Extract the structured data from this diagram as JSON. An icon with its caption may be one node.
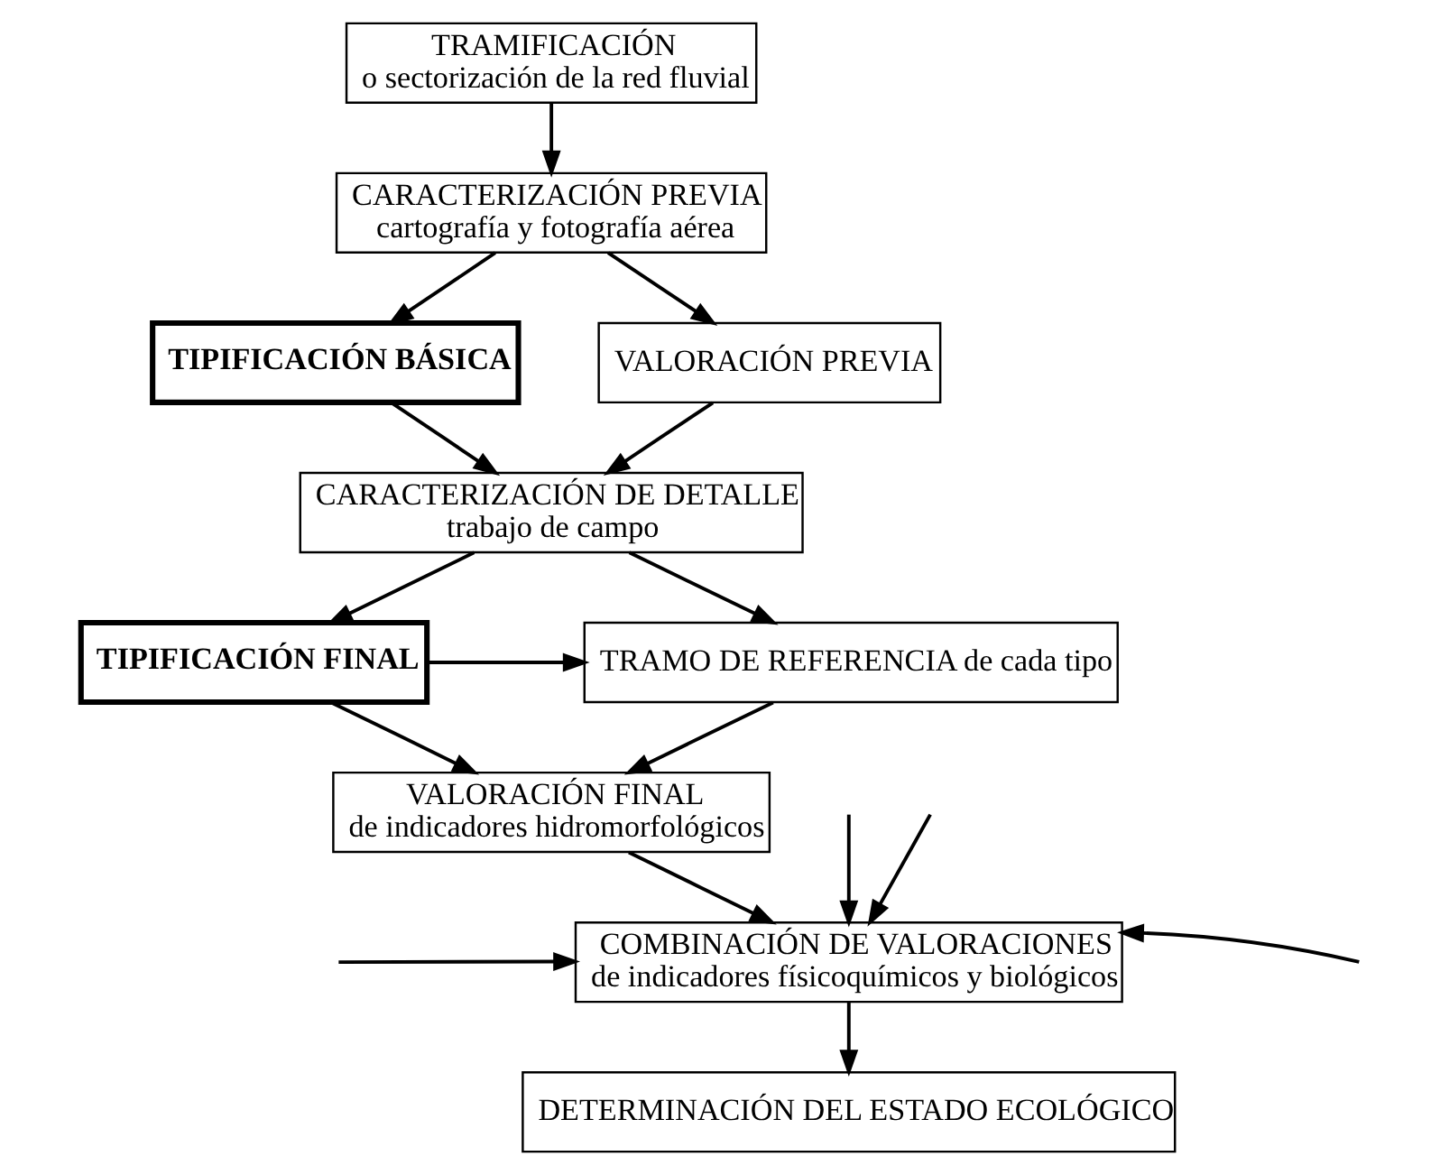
{
  "diagram": {
    "nodes": [
      {
        "text": [
          "TRAMIFICACIÓN",
          "o sectorización de la red fluvial"
        ]
      },
      {
        "text": [
          "CARACTERIZACIÓN PREVIA",
          "cartografía y fotografía aérea"
        ]
      },
      {
        "text": [
          "TIPIFICACIÓN BÁSICA"
        ]
      },
      {
        "text": [
          "VALORACIÓN PREVIA"
        ]
      },
      {
        "text": [
          "CARACTERIZACIÓN DE DETALLE",
          "trabajo de campo"
        ]
      },
      {
        "text": [
          "TIPIFICACIÓN FINAL"
        ]
      },
      {
        "text": [
          "TRAMO DE REFERENCIA de cada tipo"
        ]
      },
      {
        "text": [
          "VALORACIÓN FINAL",
          "de indicadores hidromorfológicos"
        ]
      },
      {
        "text": [
          "COMBINACIÓN DE VALORACIONES",
          "de indicadores físicoquímicos y biológicos"
        ]
      },
      {
        "text": [
          "DETERMINACIÓN DEL ESTADO ECOLÓGICO"
        ]
      }
    ],
    "edges": [
      {
        "from": 0,
        "to": 1,
        "arrow": "to"
      },
      {
        "from": 1,
        "to": 2,
        "arrow": "to"
      },
      {
        "from": 1,
        "to": 3,
        "arrow": "to"
      },
      {
        "from": 2,
        "to": 4,
        "arrow": "to"
      },
      {
        "from": 3,
        "to": 4,
        "arrow": "to"
      },
      {
        "from": 4,
        "to": 5,
        "arrow": "to"
      },
      {
        "from": 4,
        "to": 6,
        "arrow": "to"
      },
      {
        "from": 5,
        "to": 6,
        "arrow": "to"
      },
      {
        "from": 5,
        "to": 7,
        "arrow": "to"
      },
      {
        "from": 6,
        "to": 7,
        "arrow": "to"
      },
      {
        "from": 7,
        "to": 8,
        "arrow": "to"
      },
      {
        "from": null,
        "to": 8,
        "arrow": "to"
      },
      {
        "from": null,
        "to": 8,
        "arrow": "to"
      },
      {
        "from": null,
        "to": 8,
        "arrow": "to"
      },
      {
        "from": null,
        "to": 8,
        "arrow": "to"
      },
      {
        "from": 8,
        "to": 9,
        "arrow": "to"
      }
    ]
  }
}
